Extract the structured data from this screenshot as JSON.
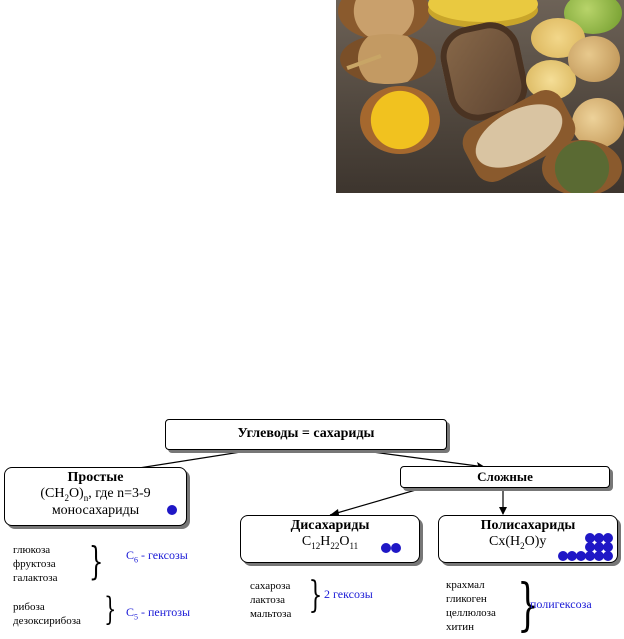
{
  "root": {
    "label": "Углеводы = сахариды"
  },
  "simple": {
    "title": "Простые",
    "formula_main": "(CH",
    "formula_sub2": "2",
    "formula_mid": "O)",
    "formula_subn": "n",
    "formula_tail": ", где n=3-9",
    "subtitle": "моносахариды"
  },
  "complex": {
    "title": "Сложные"
  },
  "disaccharides": {
    "title": "Дисахариды",
    "f_c": "C",
    "f_c_sub": "12",
    "f_h": "H",
    "f_h_sub": "22",
    "f_o": "O",
    "f_o_sub": "11",
    "items": [
      "сахароза",
      "лактоза",
      "мальтоза"
    ],
    "note": "2 гексозы"
  },
  "polysaccharides": {
    "title": "Полисахариды",
    "formula_a": "Cx(H",
    "formula_sub": "2",
    "formula_b": "O)y",
    "items": [
      "крахмал",
      "гликоген",
      "целлюлоза",
      "хитин"
    ],
    "note": "полигексоза"
  },
  "hexoses": {
    "items": [
      "глюкоза",
      "фруктоза",
      "галактоза"
    ],
    "note_c": "C",
    "note_sub": "6",
    "note_tail": " - гексозы"
  },
  "pentoses": {
    "items": [
      "рибоза",
      "дезоксирибоза"
    ],
    "note_c": "C",
    "note_sub": "5",
    "note_tail": " - пентозы"
  },
  "colors": {
    "dot": "#1f17c6",
    "note": "#1a1ad6"
  }
}
